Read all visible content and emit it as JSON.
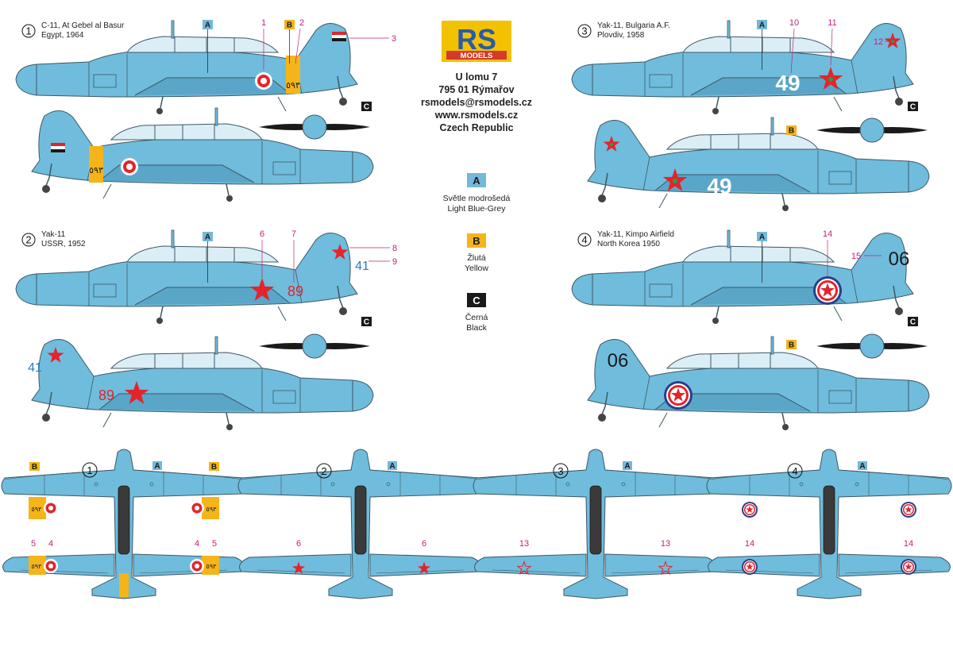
{
  "colors": {
    "light_blue_grey": "#70bcdc",
    "panel_line": "#3d5866",
    "yellow": "#f4b41a",
    "black": "#1a1a1a",
    "red": "#e3242b",
    "callout": "#c2227a",
    "chip_a": "#74b8dc",
    "brand_red": "#d63a2a",
    "brand_blue": "#2b5aa8",
    "brand_yellow": "#f2c200"
  },
  "brand": {
    "logo_letters": "RS",
    "logo_word": "MODELS"
  },
  "contact": {
    "line1": "U lomu 7",
    "line2": "795 01 Rýmařov",
    "line3": "rsmodels@rsmodels.cz",
    "line4": "www.rsmodels.cz",
    "line5": "Czech Republic"
  },
  "legend": [
    {
      "letter": "A",
      "name_cz": "Světle modrošedá",
      "name_en": "Light Blue-Grey"
    },
    {
      "letter": "B",
      "name_cz": "Žlutá",
      "name_en": "Yellow"
    },
    {
      "letter": "C",
      "name_cz": "Černá",
      "name_en": "Black"
    }
  ],
  "schemes": [
    {
      "number": "1",
      "title": "C-11, At Gebel al Basur",
      "subtitle": "Egypt, 1964",
      "code": "٥٩٣"
    },
    {
      "number": "2",
      "title": "Yak-11",
      "subtitle": "USSR, 1952",
      "code": "89",
      "tail": "41"
    },
    {
      "number": "3",
      "title": "Yak-11, Bulgaria A.F.",
      "subtitle": "Plovdiv, 1958",
      "code": "49"
    },
    {
      "number": "4",
      "title": "Yak-11, Kimpo Airfield",
      "subtitle": "North Korea 1950",
      "code": "06"
    }
  ],
  "callouts": {
    "s1": [
      "1",
      "2",
      "3"
    ],
    "s2": [
      "6",
      "7",
      "8",
      "9"
    ],
    "s3": [
      "10",
      "11",
      "12"
    ],
    "s4": [
      "14",
      "15"
    ],
    "plan1": [
      "5",
      "4",
      "4",
      "5"
    ],
    "plan2": [
      "6",
      "6"
    ],
    "plan3": [
      "13",
      "13"
    ],
    "plan4": [
      "14",
      "14"
    ]
  },
  "plan_numbers": [
    "1",
    "2",
    "3",
    "4"
  ]
}
